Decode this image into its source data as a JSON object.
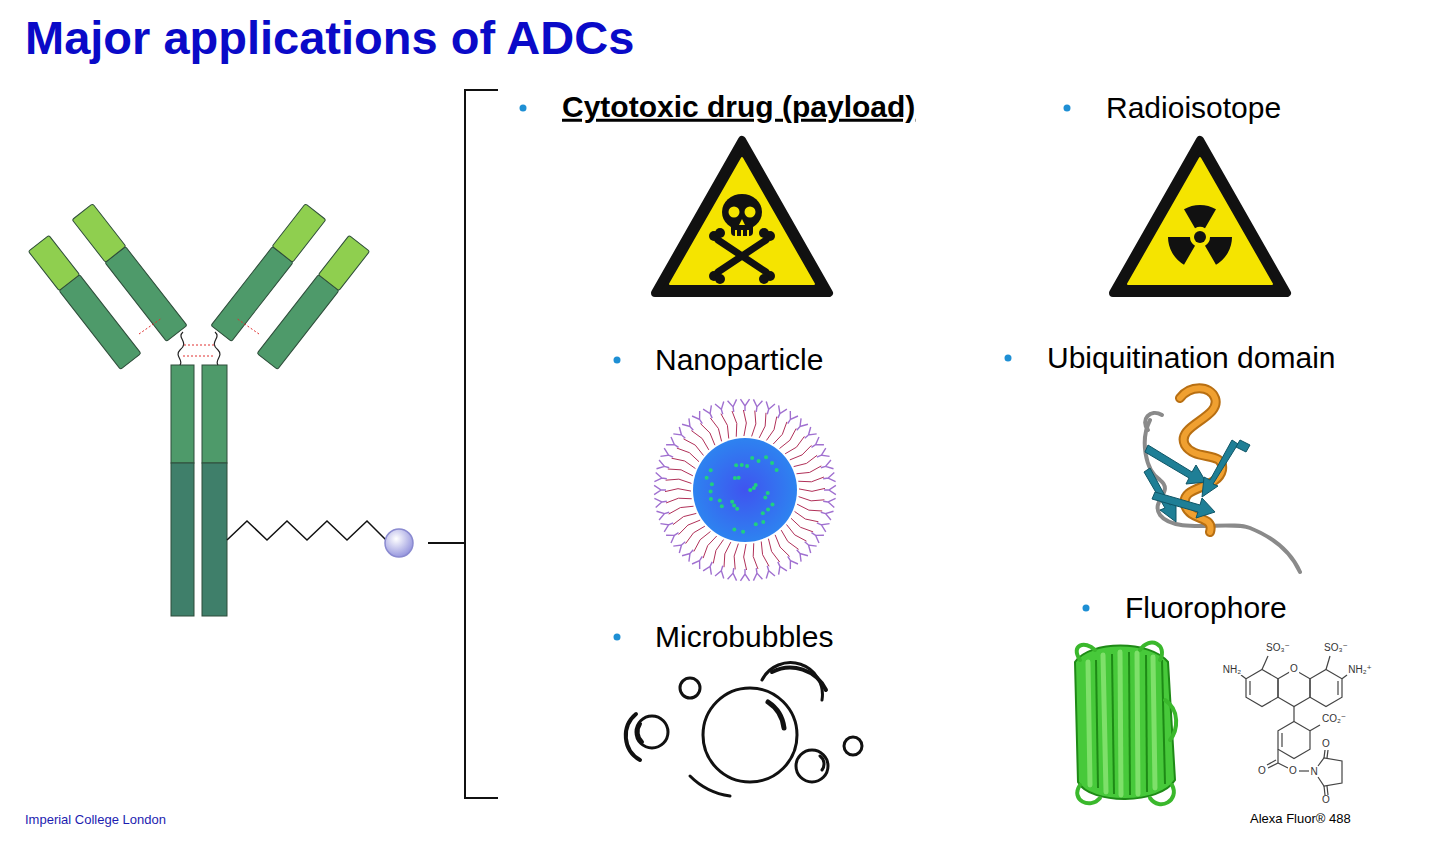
{
  "diagram": {
    "title": "Major applications of ADCs",
    "labels": [
      "Cytotoxic drug (payload)",
      "Radioisotope",
      "Nanoparticle",
      "Ubiquitination domain",
      "Microbubbles",
      "Fluorophore",
      "SO₃⁻",
      "SO₃⁻",
      "NH₂",
      "O",
      "NH₂⁺",
      "CO₂⁻",
      "O",
      "O",
      "N",
      "O",
      "O",
      "Alexa Fluor® 488",
      "Imperial College London"
    ]
  }
}
